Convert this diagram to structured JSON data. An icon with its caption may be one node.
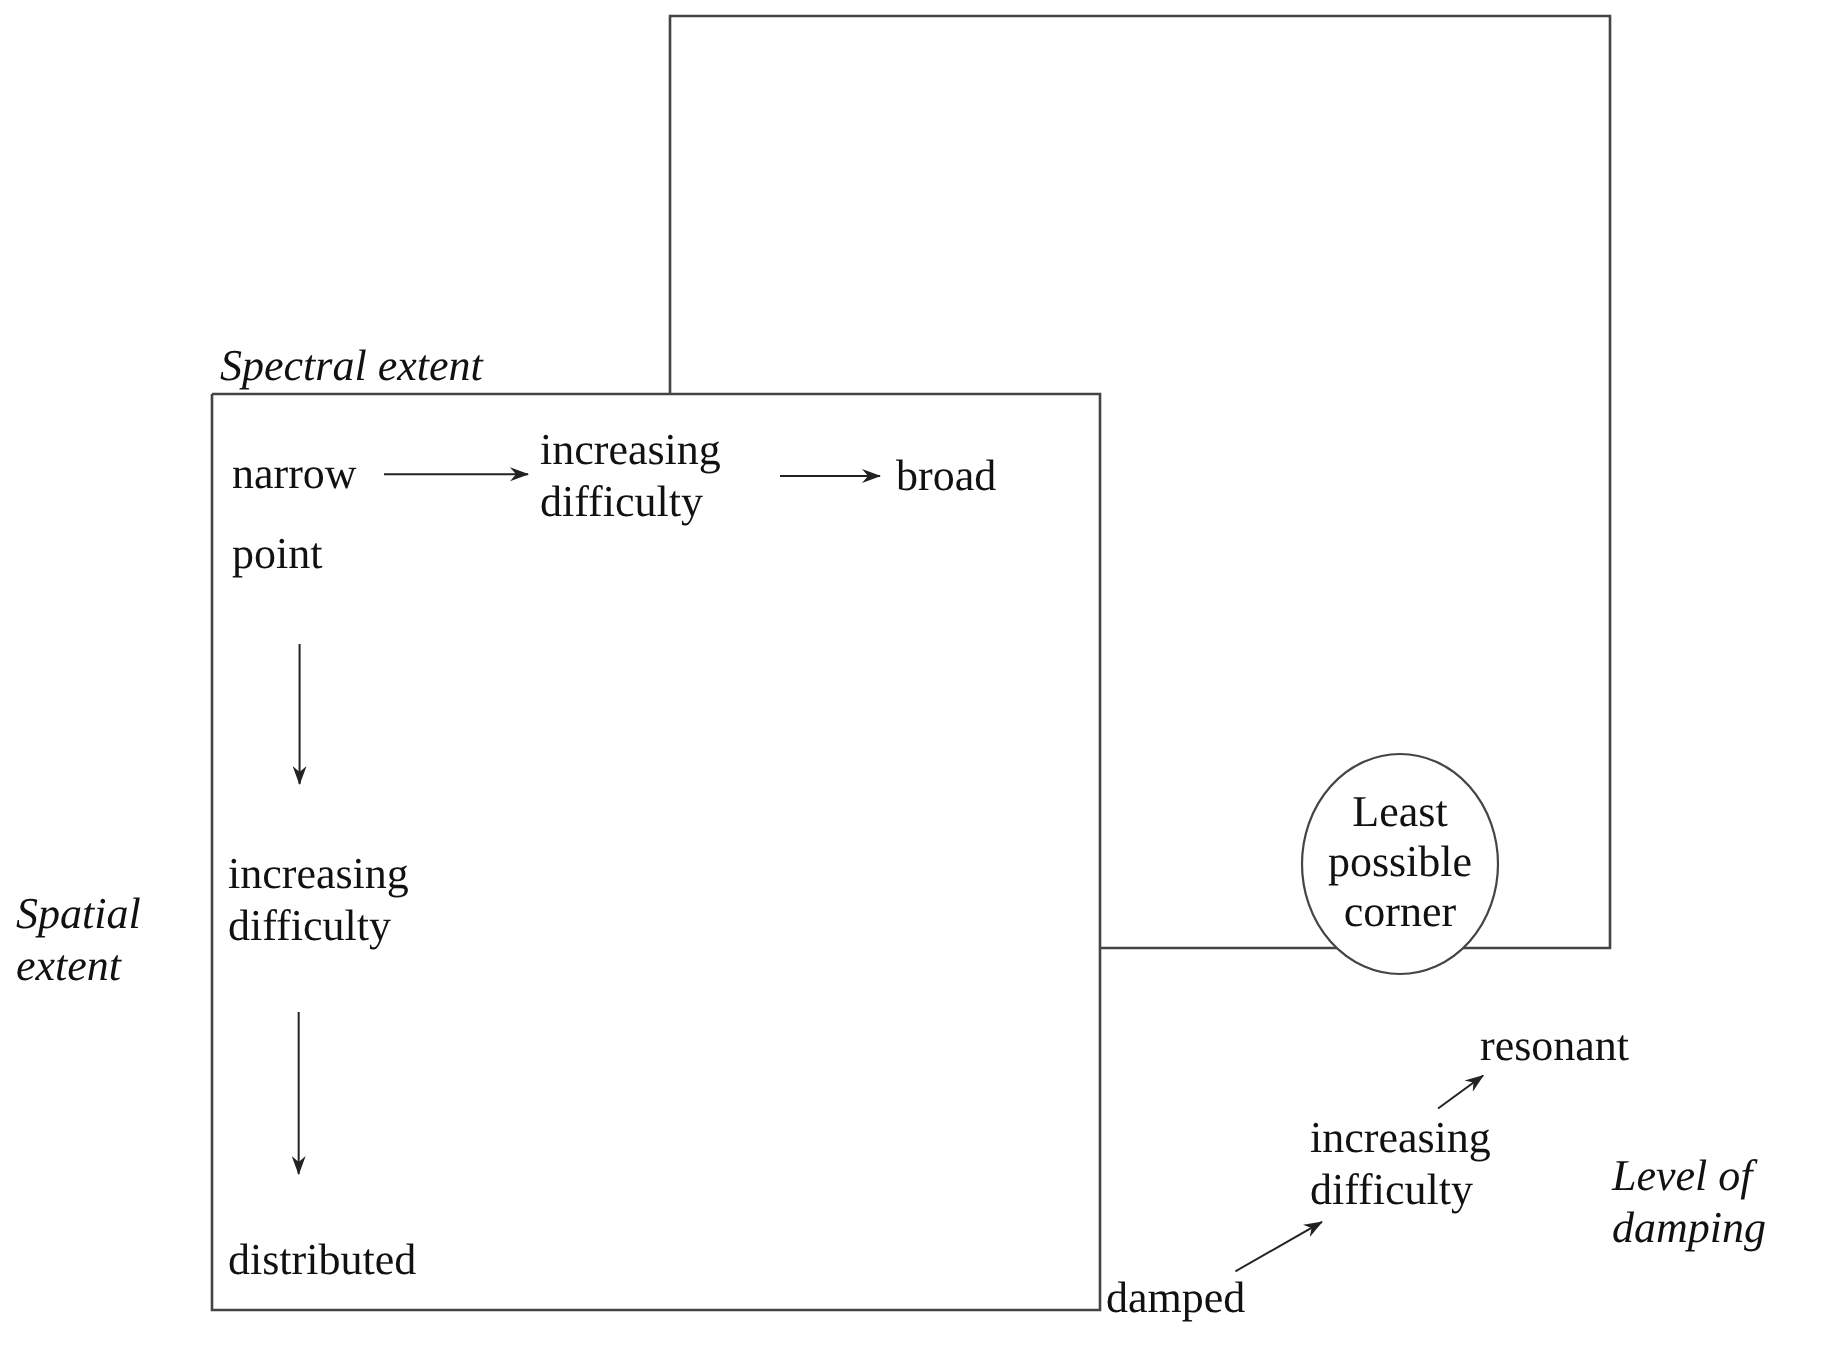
{
  "diagram": {
    "nodes": [
      {
        "text": [],
        "shape": "box"
      },
      {
        "text": [],
        "shape": "box"
      },
      {
        "text": [
          "narrow"
        ],
        "in": 1
      },
      {
        "text": [
          "increasing difficulty"
        ],
        "in": 1
      },
      {
        "text": [
          "broad"
        ]
      },
      {
        "text": [
          "point"
        ],
        "in": 1
      },
      {
        "text": [
          "increasing difficulty"
        ],
        "in": 1
      },
      {
        "text": [
          "distributed"
        ],
        "in": 1
      },
      {
        "text": [
          "Least possible corner"
        ],
        "in": 0
      },
      {
        "text": [
          "damped"
        ]
      },
      {
        "text": [
          "increasing difficulty"
        ]
      },
      {
        "text": [
          "resonant"
        ]
      }
    ],
    "edges": [
      {
        "from": 2,
        "to": 3,
        "arrow": "to"
      },
      {
        "from": 3,
        "to": 4,
        "arrow": "to"
      },
      {
        "from": 5,
        "to": 6,
        "arrow": "to"
      },
      {
        "from": 6,
        "to": 7,
        "arrow": "to"
      },
      {
        "from": 9,
        "to": 10,
        "arrow": "to"
      },
      {
        "from": 10,
        "to": 11,
        "arrow": "to"
      }
    ],
    "labels": [
      "Spectral extent",
      "Spatial extent",
      "Level of damping"
    ]
  }
}
